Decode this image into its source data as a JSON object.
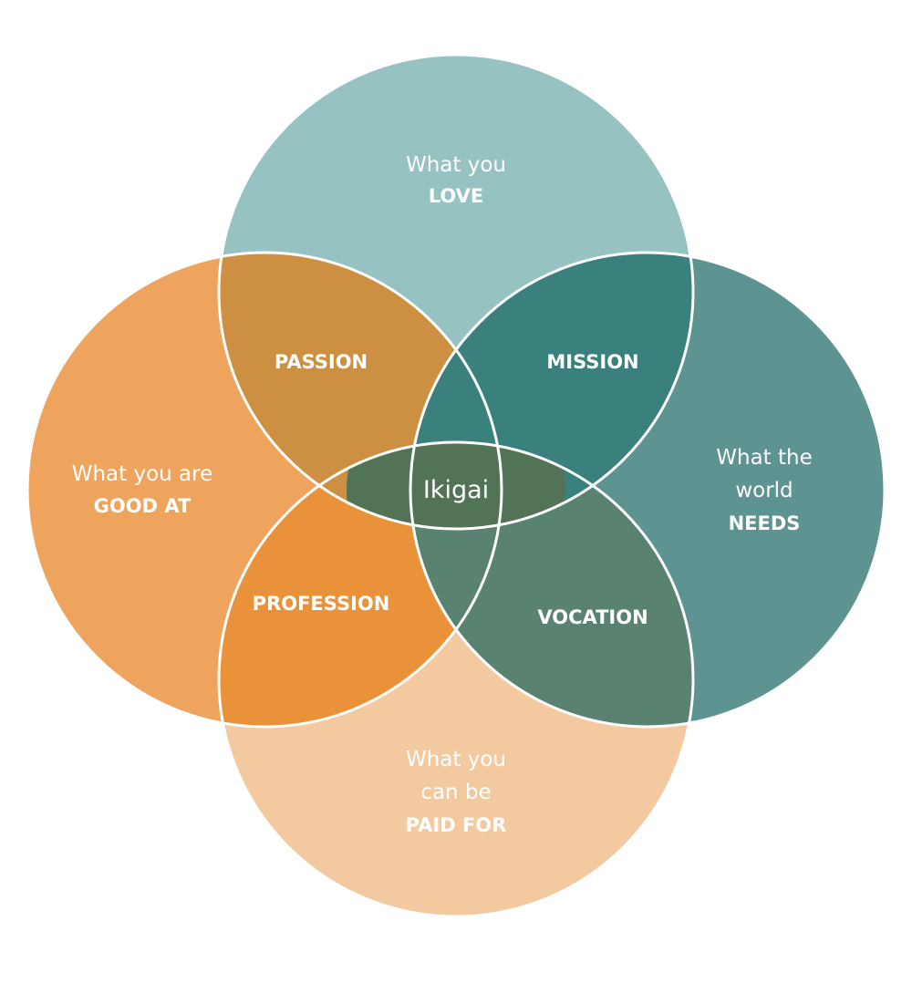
{
  "circles": {
    "love": {
      "line1": "What you",
      "line2": "LOVE",
      "color": "#96c3c1"
    },
    "good": {
      "line1": "What you are",
      "line2": "GOOD AT",
      "color": "#eea45c"
    },
    "needs": {
      "line1": "What the",
      "line2": "world",
      "line3": "NEEDS",
      "color": "#5d9390"
    },
    "paid": {
      "line1": "What you",
      "line2": "can be",
      "line3": "PAID FOR",
      "color": "#f3c9a0"
    }
  },
  "overlaps": {
    "passion": {
      "label": "PASSION",
      "color": "#cd9043"
    },
    "mission": {
      "label": "MISSION",
      "color": "#3a807c"
    },
    "profession": {
      "label": "PROFESSION",
      "color": "#e9923a"
    },
    "vocation": {
      "label": "VOCATION",
      "color": "#5a8271"
    }
  },
  "center": {
    "label": "Ikigai",
    "color": "#537356"
  },
  "colors": {
    "outline": "#ffffff",
    "background": "#ffffff"
  }
}
